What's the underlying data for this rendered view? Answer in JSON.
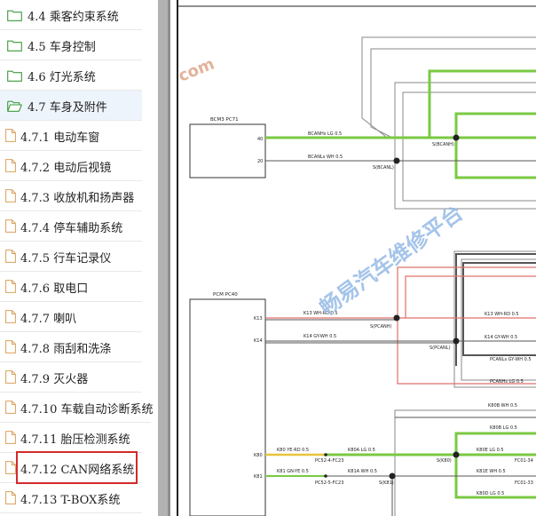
{
  "sidebar": {
    "items": [
      {
        "label": "4.4 乘客约束系统",
        "type": "folder",
        "active": false
      },
      {
        "label": "4.5 车身控制",
        "type": "folder",
        "active": false
      },
      {
        "label": "4.6 灯光系统",
        "type": "folder",
        "active": false
      },
      {
        "label": "4.7 车身及附件",
        "type": "folder-open",
        "active": true
      },
      {
        "label": "4.7.1 电动车窗",
        "type": "doc",
        "active": false
      },
      {
        "label": "4.7.2 电动后视镜",
        "type": "doc",
        "active": false
      },
      {
        "label": "4.7.3 收放机和扬声器",
        "type": "doc",
        "active": false
      },
      {
        "label": "4.7.4 停车辅助系统",
        "type": "doc",
        "active": false
      },
      {
        "label": "4.7.5 行车记录仪",
        "type": "doc",
        "active": false
      },
      {
        "label": "4.7.6 取电口",
        "type": "doc",
        "active": false
      },
      {
        "label": "4.7.7 喇叭",
        "type": "doc",
        "active": false
      },
      {
        "label": "4.7.8 雨刮和洗涤",
        "type": "doc",
        "active": false
      },
      {
        "label": "4.7.9 灭火器",
        "type": "doc",
        "active": false
      },
      {
        "label": "4.7.10 车载自动诊断系统",
        "type": "doc",
        "active": false
      },
      {
        "label": "4.7.11 胎压检测系统",
        "type": "doc",
        "active": false
      },
      {
        "label": "4.7.12 CAN网络系统",
        "type": "doc",
        "active": false,
        "highlighted": true
      },
      {
        "label": "4.7.13 T-BOX系统",
        "type": "doc",
        "active": false
      }
    ]
  },
  "diagram": {
    "watermark_com": "com",
    "watermark_main": "畅易汽车维修平台",
    "modules": {
      "bcm": {
        "title": "BCM3 PC71",
        "pin_a": "40",
        "pin_b": "20"
      },
      "pcm": {
        "title": "PCM PC40",
        "pin_a": "K13",
        "pin_b": "K14",
        "pin_c": "K80",
        "pin_d": "K81"
      }
    },
    "labels": {
      "bcm_h": "BCANHs LG 0.5",
      "bcm_l": "BCANLs WH 0.5",
      "s_bcanh": "S(BCANH)",
      "s_bcanl": "S(BCANL)",
      "k13_w": "K13 WH-RD 0.5",
      "k14_w": "K14 GY-WH 0.5",
      "s_pcanh": "S(PCANH)",
      "s_pcanl": "S(PCANL)",
      "r_k13": "K13 WH-RD 0.5",
      "r_k14": "K14 GY-WH 0.5",
      "r_pcanl": "PCANLs GY-WH 0.5",
      "r_pcanh": "PCANHs LG 0.5",
      "k80_w": "K80 YE-RD 0.5",
      "k80a": "K80A LG 0.5",
      "k81_w": "K81 GN-YE 0.5",
      "k81a": "K81A WH 0.5",
      "pc52_4": "PC52-4-FC23",
      "pc52_5": "PC52-5-FC23",
      "s_k80": "S(K80)",
      "s_k81": "S(K81)",
      "k80b_top": "K80B WH 0.5",
      "k80b": "K80B LG 0.5",
      "k80e": "K80E LG 0.5",
      "k81e": "K81E WH 0.5",
      "k80d": "K80D LG 0.5",
      "fc01_34": "FC01-34",
      "fc01_33": "FC01-33"
    },
    "colors": {
      "green": "#7ac943",
      "red": "#e0706a",
      "wire": "#707070",
      "wire_dark": "#444444",
      "highlight": "#d42a2a"
    }
  }
}
